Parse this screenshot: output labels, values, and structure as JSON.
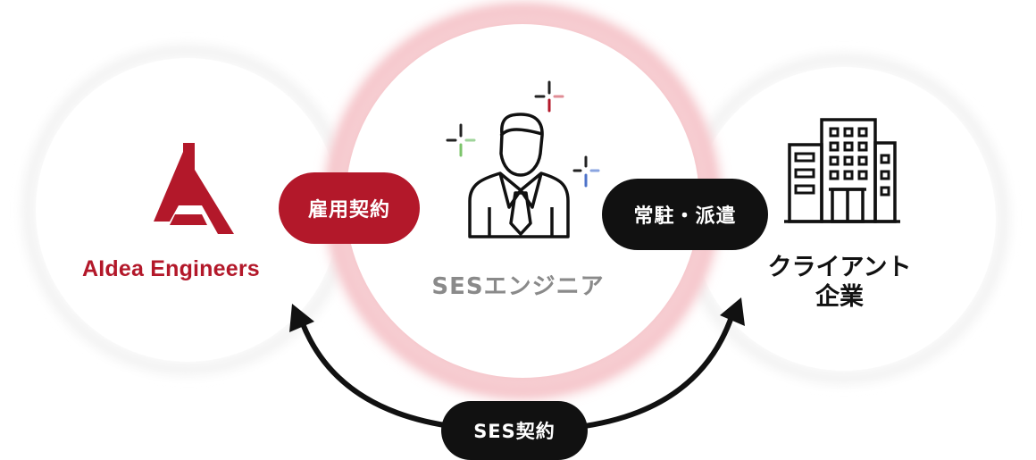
{
  "colors": {
    "brand": "#b3182a",
    "dark": "#111111",
    "muted": "#8a8a8a"
  },
  "left_circle": {
    "brand_name": "AIdea Engineers",
    "logo_icon": "aidea-a-logo-icon"
  },
  "center_circle": {
    "label": "SESエンジニア",
    "icon": "engineer-person-icon"
  },
  "right_circle": {
    "label_line1": "クライアント",
    "label_line2": "企業",
    "icon": "office-building-icon"
  },
  "relations": {
    "employment": "雇用契約",
    "dispatch": "常駐・派遣",
    "ses": "SES契約"
  }
}
